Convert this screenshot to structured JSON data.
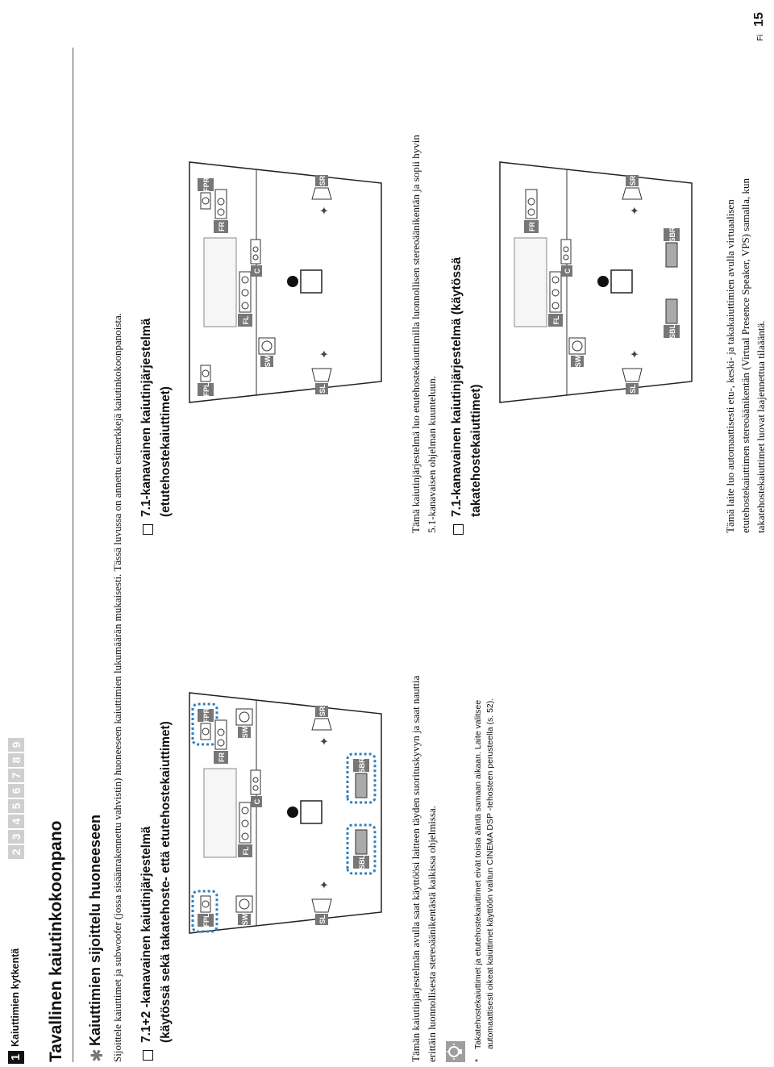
{
  "header": {
    "chapter_number": "1",
    "chapter_title": "Kaiuttimien kytkentä",
    "nav_numbers": [
      "2",
      "3",
      "4",
      "5",
      "6",
      "7",
      "8",
      "9"
    ]
  },
  "page_title": "Tavallinen kaiutinkokoonpano",
  "section": {
    "title": "Kaiuttimien sijoittelu huoneeseen",
    "intro_line1": "Sijoittele kaiuttimet ja subwoofer (jossa sisäänrakennettu vahvistin) huoneeseen kaiuttimien lukumäärän mukaisesti. Tässä luvussa on annettu esimerkkejä kaiutinkokoonpanoista."
  },
  "configs": [
    {
      "title_line1": "7.1+2 -kanavainen kaiutinjärjestelmä",
      "title_line2": "(käytössä sekä takatehoste- että etutehostekaiuttimet)",
      "desc_line1": "Tämän kaiutinjärjestelmän avulla saat käyttöösi laitteen täyden suorituskyvyn ja saat nauttia",
      "desc_line2": "erittäin luonnollisesta stereoäänikentästä kaikissa ohjelmissa."
    },
    {
      "title_line1": "7.1-kanavainen kaiutinjärjestelmä",
      "title_line2": "(etutehostekaiuttimet)",
      "desc_line1": "Tämä kaiutinjärjestelmä luo etutehostekaiuttimilla luonnollisen stereoäänikentän ja sopii hyvin",
      "desc_line2": "5.1-kanavaisen ohjelman kuunteluun."
    },
    {
      "title_line1": "7.1-kanavainen kaiutinjärjestelmä (käytössä",
      "title_line2": "takatehostekaiuttimet)",
      "desc_line1": "Tämä laite luo automaattisesti etu-, keski- ja takakaiuttimien avulla virtuaalisen",
      "desc_line2": "etutehostekaiuttimen stereoäänikentän (Virtual Presence Speaker, VPS) samalla, kun",
      "desc_line3": "takatehostekaiuttimet luovat laajennettua tilaääntä."
    }
  ],
  "note": {
    "icon": "tip-lightbulb-icon",
    "marker": "*",
    "line1": "Takatehostekaiuttimet ja etutehostekaiuttimet eivät toista ääntä samaan aikaan. Laite valitsee",
    "line2": "automaattisesti oikeat kaiuttimet käyttöön valitun CINEMA DSP -tehosteen perusteella (s. 52)."
  },
  "speaker_labels": {
    "fpl": "FPL",
    "fpr": "FPR",
    "fl": "FL",
    "fr": "FR",
    "c": "C",
    "sw": "SW",
    "sl": "SL",
    "sr": "SR",
    "sbl": "SBL",
    "sbr": "SBR"
  },
  "footer": {
    "language": "Fi",
    "page_number": "15"
  },
  "colors": {
    "dark": "#111111",
    "speaker_gray": "#7a7a7a",
    "nav_gray": "#cfcfcf",
    "highlight_blue": "#2f7fbf"
  }
}
